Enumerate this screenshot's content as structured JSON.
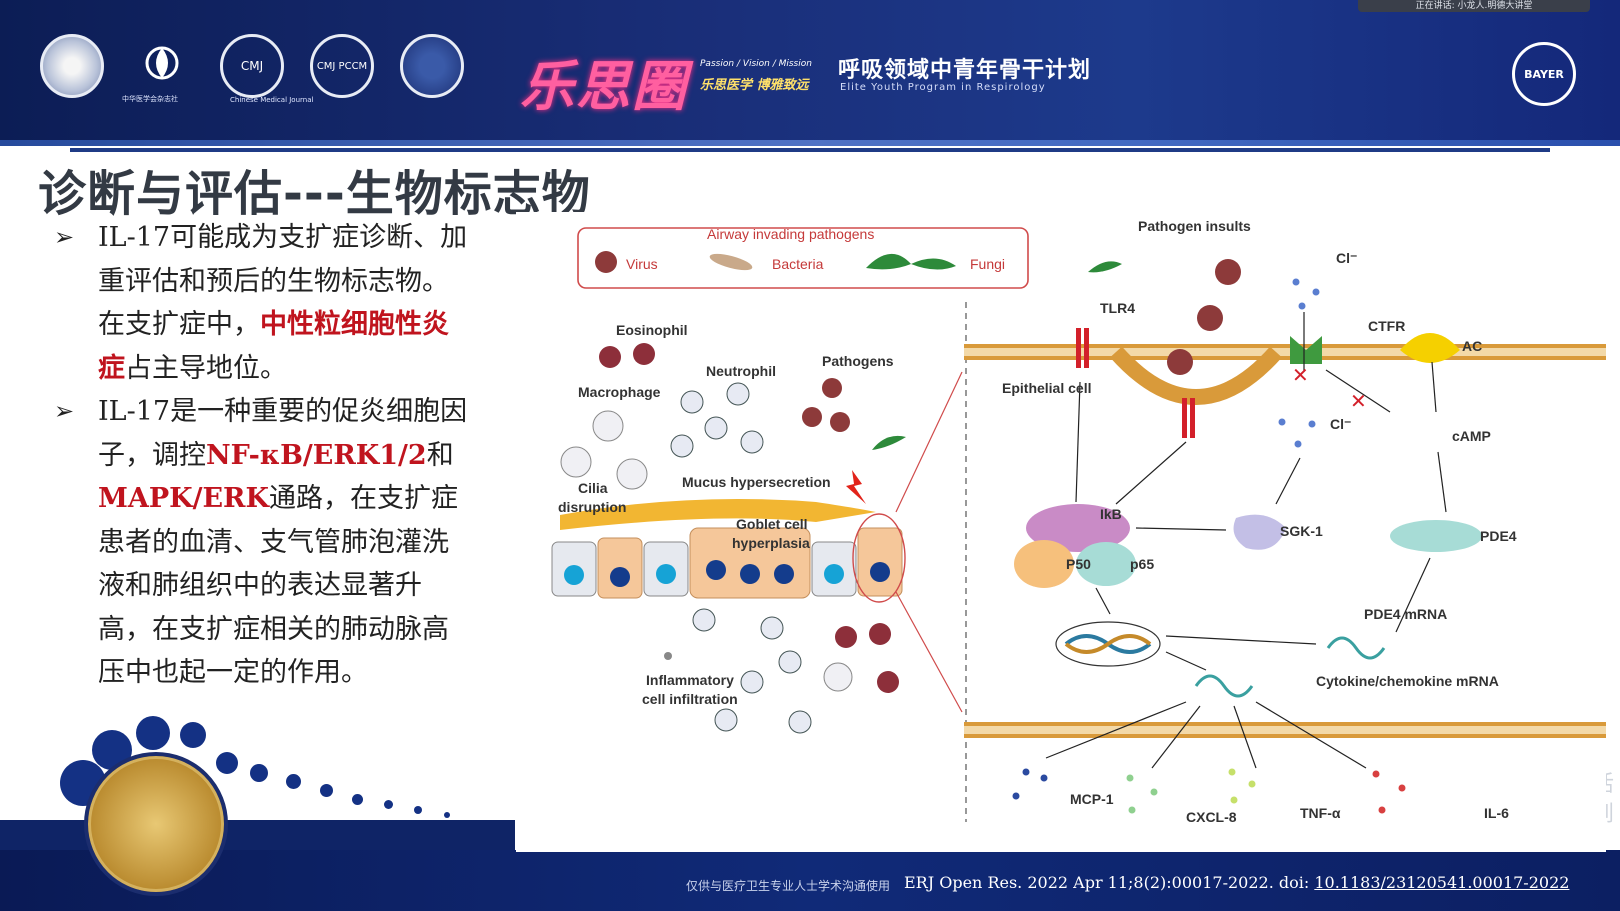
{
  "header": {
    "logos": [
      {
        "name": "society-emblem"
      },
      {
        "name": "publishing-house-logo",
        "caption": "中华医学会杂志社"
      },
      {
        "name": "cmj-logo",
        "caption": "Chinese Medical Journal"
      },
      {
        "name": "cmj-pccm-logo",
        "text": "CMJ PCCM"
      },
      {
        "name": "bridge-emblem"
      }
    ],
    "brand_cn": "乐思圈",
    "brand_tagline": "Passion / Vision / Mission",
    "brand_sub": "乐思医学 博雅致远",
    "program_cn": "呼吸领域中青年骨干计划",
    "program_en": "Elite Youth Program in Respirology",
    "sponsor": "BAYER"
  },
  "slide": {
    "title": "诊断与评估---生物标志物",
    "bullet1": {
      "a": "IL-17可能成为支扩症诊断、加重评估和预后的生物标志物。在支扩症中，",
      "highlight": "中性粒细胞性炎症",
      "b": "占主导地位。"
    },
    "bullet2": {
      "a": "IL-17是一种重要的促炎细胞因子，调控",
      "h1": "NF-κB/ERK1/2",
      "mid": "和",
      "h2": "MAPK/ERK",
      "b": "通路，在支扩症患者的血清、支气管肺泡灌洗液和肺组织中的表达显著升高，在支扩症相关的肺动脉高压中也起一定的作用。"
    }
  },
  "figure": {
    "pathogen_box": {
      "title": "Airway invading pathogens",
      "virus": "Virus",
      "bacteria": "Bacteria",
      "fungi": "Fungi"
    },
    "left_labels": {
      "eosinophil": "Eosinophil",
      "macrophage": "Macrophage",
      "neutrophil": "Neutrophil",
      "pathogens": "Pathogens",
      "cilia1": "Cilia",
      "cilia2": "disruption",
      "mucus": "Mucus hypersecretion",
      "goblet1": "Goblet cell",
      "goblet2": "hyperplasia",
      "infil1": "Inflammatory",
      "infil2": "cell infiltration"
    },
    "right_labels": {
      "insults": "Pathogen insults",
      "cl_top": "Cl⁻",
      "tlr4": "TLR4",
      "ctfr": "CTFR",
      "ac": "AC",
      "epithelial": "Epithelial cell",
      "cl_mid": "Cl⁻",
      "camp": "cAMP",
      "ikb": "IkB",
      "sgk": "SGK-1",
      "pde4": "PDE4",
      "p50": "P50",
      "p65": "p65",
      "pde4_mrna": "PDE4 mRNA",
      "cyto_mrna": "Cytokine/chemokine mRNA",
      "mcp": "MCP-1",
      "cxcl": "CXCL-8",
      "tnf": "TNF-α",
      "il6": "IL-6"
    }
  },
  "footer": {
    "notice": "仅供与医疗卫生专业人士学术沟通使用",
    "citation": "ERJ Open Res. 2022 Apr 11;8(2):00017-2022. doi: ",
    "doi": "10.1183/23120541.00017-2022"
  },
  "overlay": {
    "top_chip": "正在讲话: 小龙人.明德大讲堂",
    "watermark1": "激活",
    "watermark2": "转到"
  },
  "colors": {
    "header_bg": "#1a2f7a",
    "brand_pink": "#ff5fa0",
    "highlight_red": "#c0141e",
    "membrane_orange": "#d99a3a"
  }
}
